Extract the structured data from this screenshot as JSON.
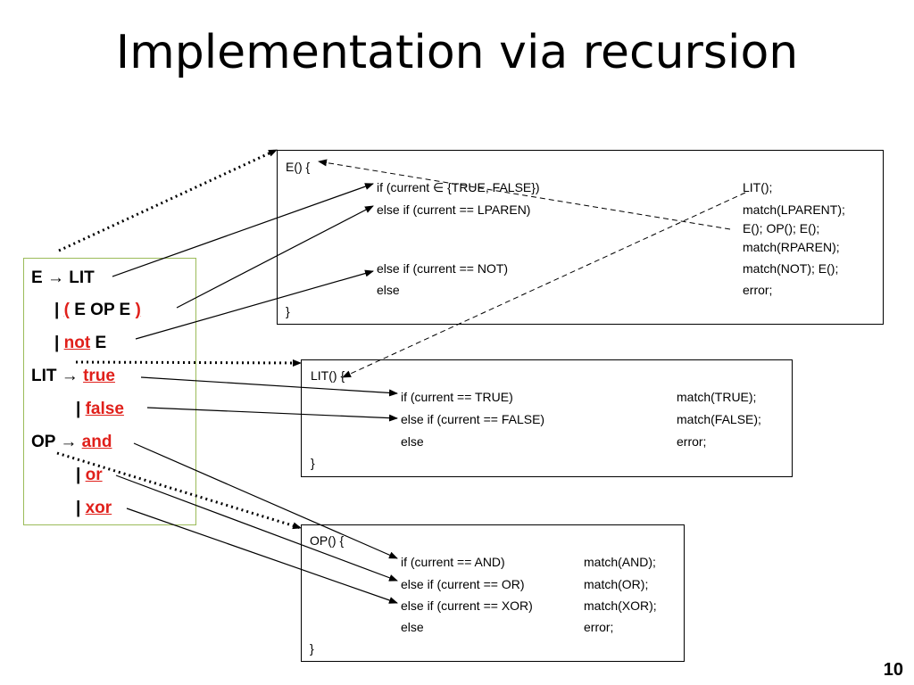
{
  "slide": {
    "title": "Implementation via recursion",
    "page_number": "10"
  },
  "grammar": {
    "e_lhs": "E",
    "arrow": "→",
    "lit": "LIT",
    "bar": "|",
    "lparen": "(",
    "e_op_e": " E OP E ",
    "rparen": ")",
    "not": "not",
    "e": "E",
    "lit_lhs": "LIT",
    "true": "true",
    "false": "false",
    "op_lhs": "OP",
    "and": "and",
    "or": "or",
    "xor": "xor"
  },
  "e_func": {
    "header": "E() {",
    "lines": [
      {
        "cond": "if (current ∈ {TRUE, FALSE})",
        "action": "LIT();"
      },
      {
        "cond": "else if (current == LPAREN)",
        "action": "match(LPARENT);"
      },
      {
        "cond": "",
        "action": "E(); OP(); E();"
      },
      {
        "cond": "",
        "action": "match(RPAREN);"
      },
      {
        "cond": "else if (current == NOT)",
        "action": "match(NOT); E();"
      },
      {
        "cond": "else",
        "action": "error;"
      }
    ],
    "footer": "}"
  },
  "lit_func": {
    "header": "LIT() {",
    "lines": [
      {
        "cond": "if (current == TRUE)",
        "action": "match(TRUE);"
      },
      {
        "cond": "else if (current == FALSE)",
        "action": "match(FALSE);"
      },
      {
        "cond": "else",
        "action": "error;"
      }
    ],
    "footer": "}"
  },
  "op_func": {
    "header": "OP() {",
    "lines": [
      {
        "cond": "if (current == AND)",
        "action": "match(AND);"
      },
      {
        "cond": "else if (current == OR)",
        "action": "match(OR);"
      },
      {
        "cond": "else if (current == XOR)",
        "action": "match(XOR);"
      },
      {
        "cond": "else",
        "action": "error;"
      }
    ],
    "footer": "}"
  }
}
